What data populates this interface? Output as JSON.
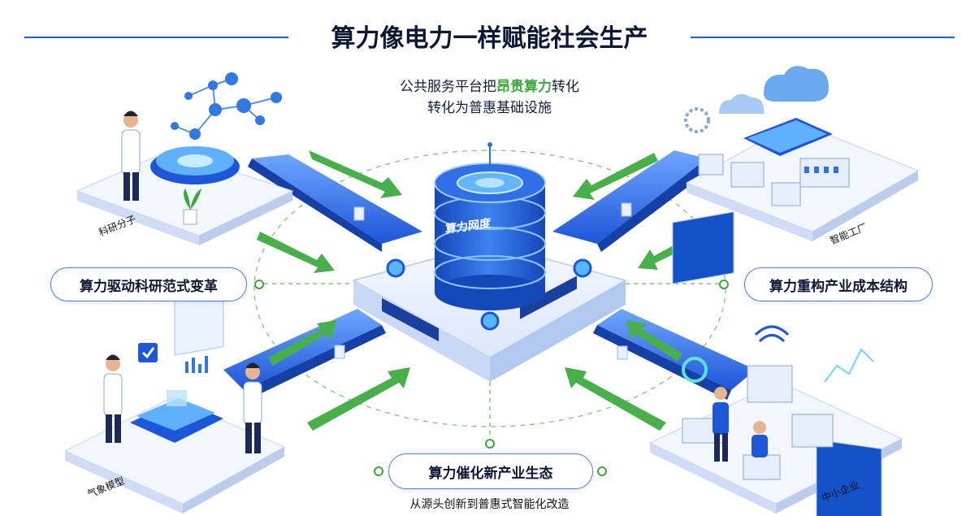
{
  "title": "算力像电力一样赋能社会生产",
  "subtitle": {
    "line1_prefix": "公共服务平台把",
    "line1_highlight": "昂贵算力",
    "line1_suffix": "转化",
    "line2": "转化为普惠基础设施"
  },
  "hub_label": "算力网度",
  "pills": {
    "left": "算力驱动科研范式变革",
    "right": "算力重构产业成本结构",
    "bottom": "算力催化新产业生态"
  },
  "corners": {
    "top_left": "科研分子",
    "top_right": "智能工厂",
    "bottom_left": "气象模型",
    "bottom_right": "中小企业"
  },
  "caption": "从源头创新到普惠式智能化改造",
  "colors": {
    "accent_blue": "#1e5bd6",
    "accent_green": "#3aa83a",
    "text_dark": "#0b1733"
  }
}
